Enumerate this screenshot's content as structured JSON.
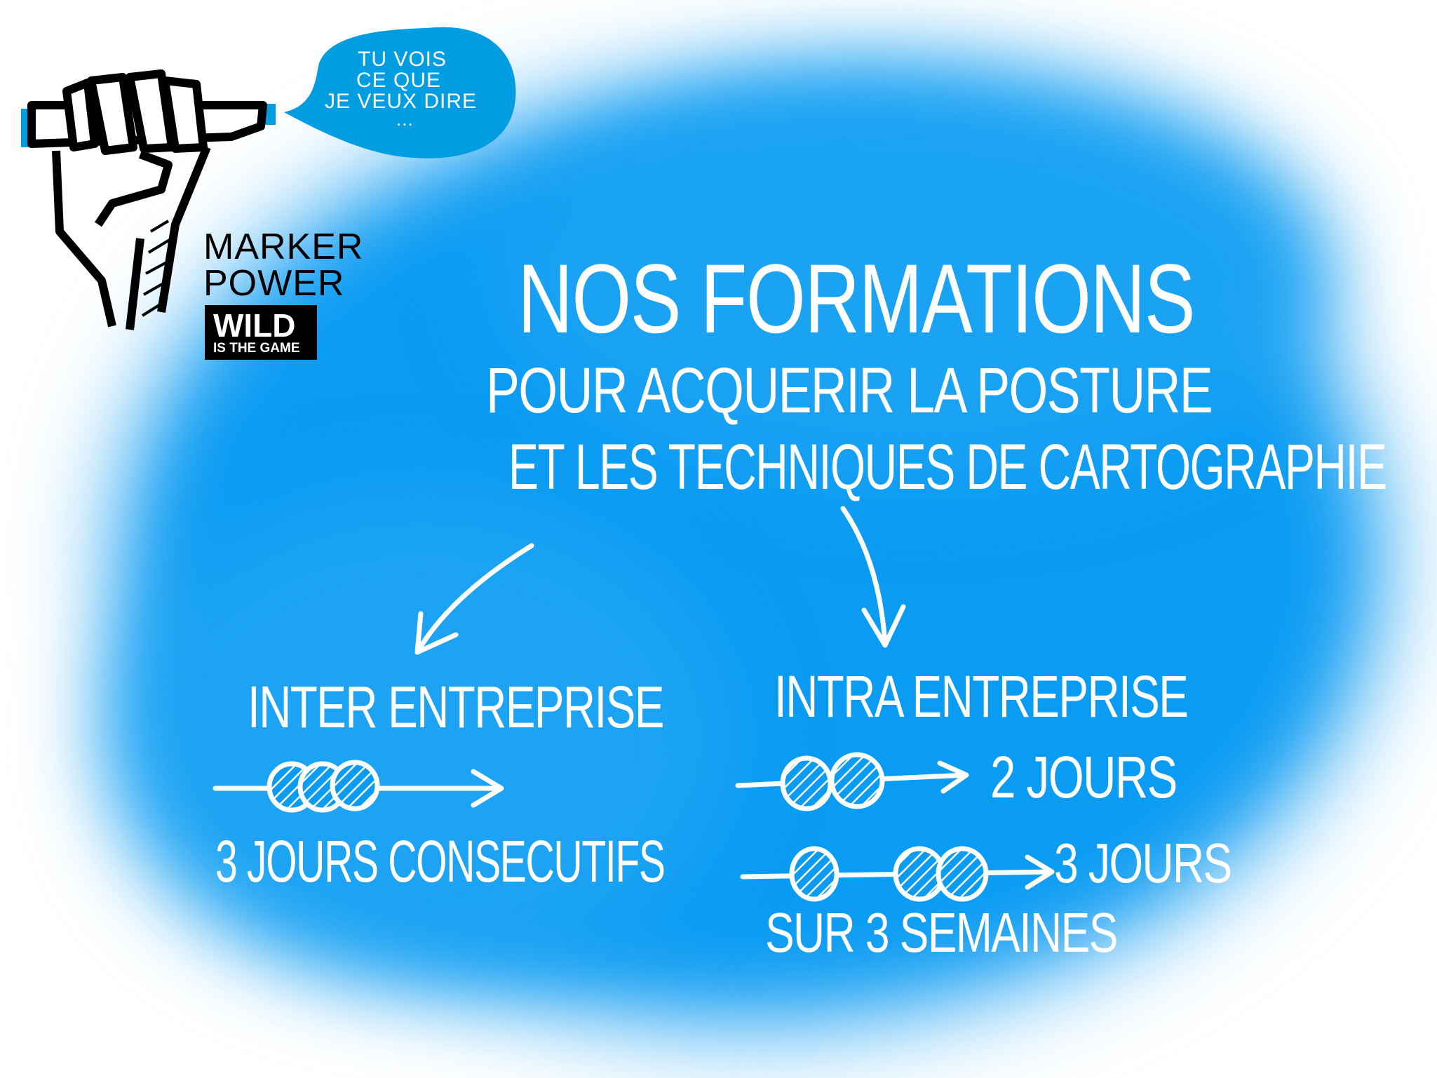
{
  "logo": {
    "speech_bubble": [
      "TU VOIS",
      "CE QUE",
      "JE VEUX DIRE",
      "..."
    ],
    "brand_line1": "MARKER",
    "brand_line2": "POWER",
    "badge_main": "WILD",
    "badge_sub": "IS THE GAME"
  },
  "title": "NOS FORMATIONS",
  "subtitle_line1": "POUR ACQUERIR LA POSTURE",
  "subtitle_line2": "ET LES TECHNIQUES DE CARTOGRAPHIE",
  "left_branch": {
    "heading": "INTER ENTREPRISE",
    "days_shown": 3,
    "caption": "3 JOURS CONSECUTIFS"
  },
  "right_branch": {
    "heading": "INTRA ENTREPRISE",
    "option1": {
      "days_shown": 2,
      "label": "2 JOURS"
    },
    "option2": {
      "days_shown": 3,
      "label": "3 JOURS",
      "caption": "SUR 3 SEMAINES"
    }
  },
  "colors": {
    "background_blue": "#0a9bf2",
    "bubble_blue": "#009de0",
    "ink": "#000000"
  }
}
